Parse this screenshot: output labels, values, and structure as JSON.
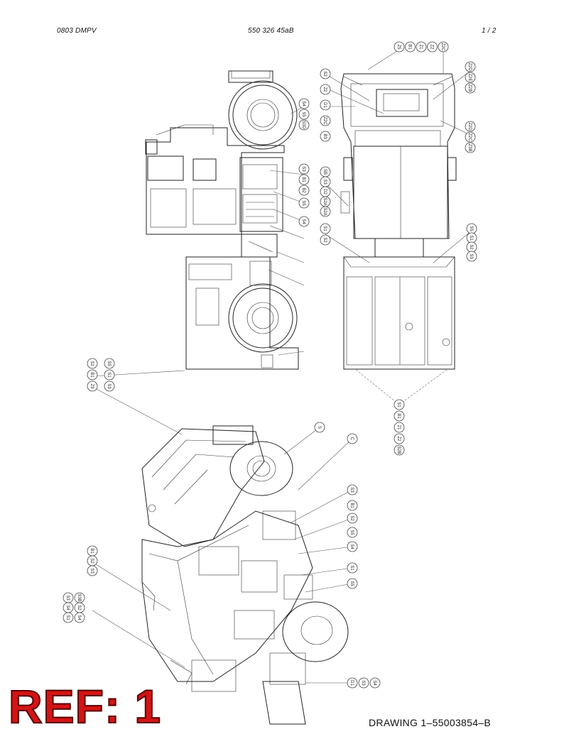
{
  "header": {
    "left": "0803 DMPV",
    "center": "550 326 45aB",
    "right": "1 /   2"
  },
  "footer": {
    "ref_label": "REF: 1",
    "drawing_number": "DRAWING 1–55003854–B"
  },
  "callouts": {
    "top_right": [
      "Z5",
      "B1",
      "Z1",
      "Z2",
      "Z2C"
    ],
    "right_upper": [
      "Z2D",
      "Z2E",
      "Z2B"
    ],
    "right_mid": [
      "Z2D",
      "Z2C",
      "Z3B"
    ],
    "center_left_top": [
      "S2",
      "Z2",
      "D1",
      "Z2C",
      "B3"
    ],
    "center_a": [
      "S4",
      "S5",
      "S3D"
    ],
    "center_b": [
      "S3",
      "B1",
      "B2"
    ],
    "center_lower": [
      "S5",
      "S4"
    ],
    "right_lower": [
      "S5",
      "S1",
      "S2",
      "S3"
    ],
    "side_view_a": [
      "SB",
      "S3",
      "D2",
      "S2A",
      "S2A"
    ],
    "side_view_b": [
      "S1",
      "S2"
    ],
    "bottom_center": [
      "S1",
      "B1",
      "Z1",
      "Z2",
      "S2B"
    ],
    "left_mid": [
      "S2",
      "S5",
      "B1",
      "S1",
      "Z3",
      "S3"
    ],
    "iso_right": [
      "S",
      "C",
      "S3",
      "B1",
      "S2",
      "S5",
      "S4",
      "S1",
      "S5"
    ],
    "iso_left": [
      "B1",
      "S2",
      "S3"
    ],
    "iso_bottom_left": [
      "S3",
      "S3B",
      "S4",
      "S2",
      "S1",
      "S4"
    ],
    "iso_bottom_right": [
      "D1",
      "S3",
      "S4"
    ]
  }
}
